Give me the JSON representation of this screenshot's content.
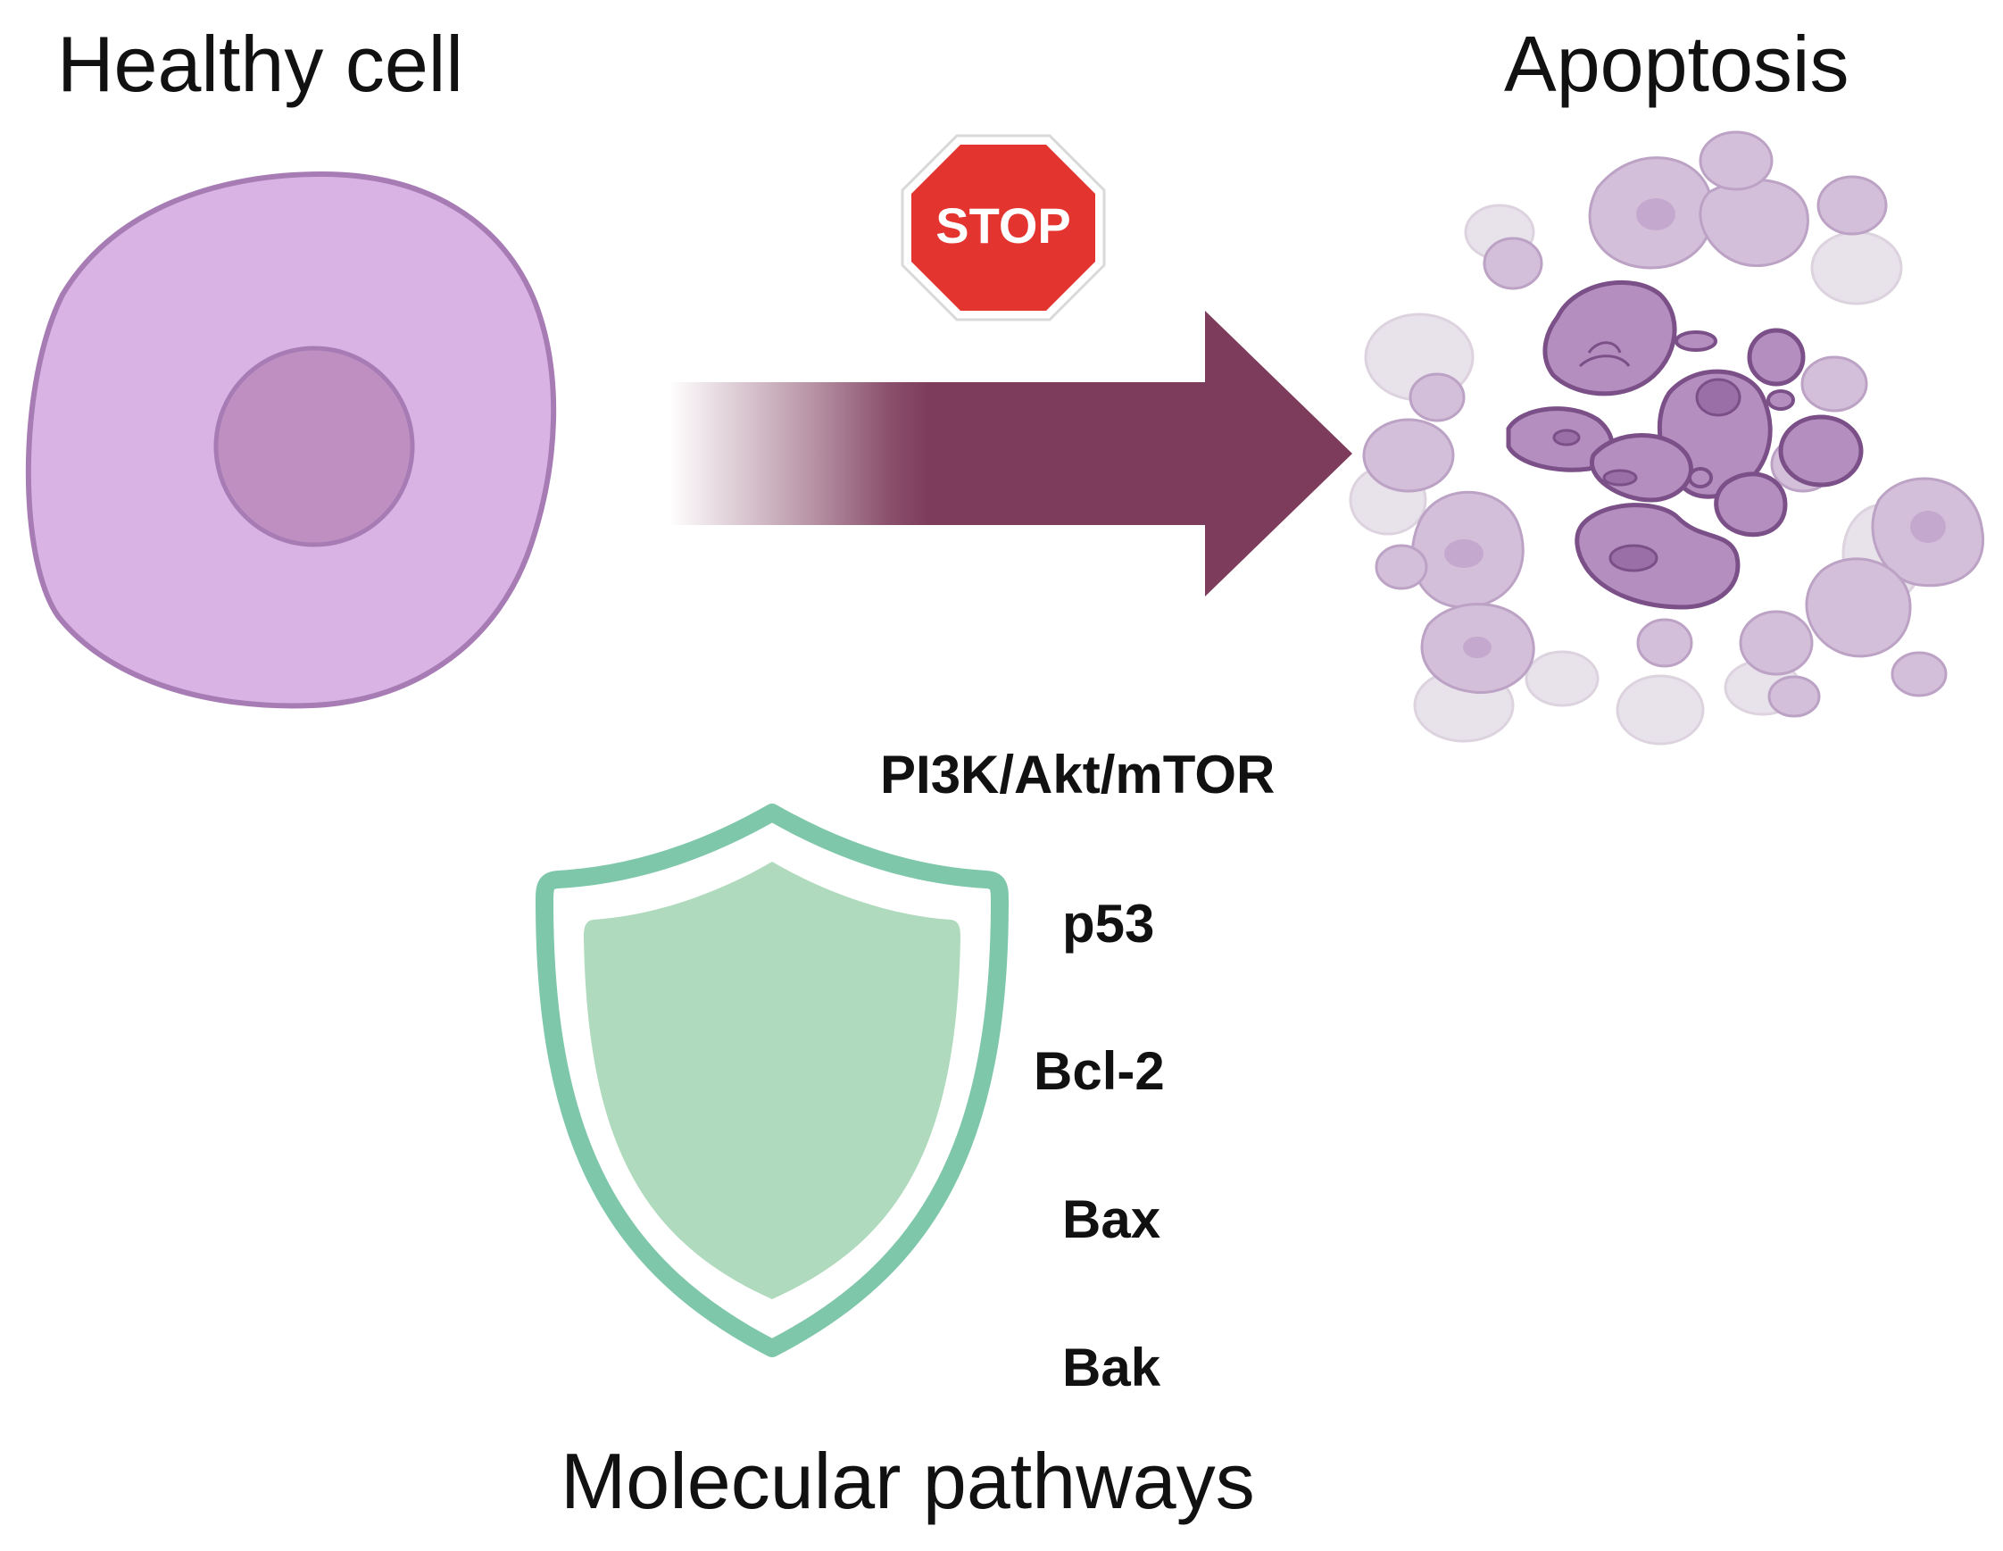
{
  "diagram": {
    "healthy_cell": {
      "title": "Healthy cell"
    },
    "apoptosis": {
      "title": "Apoptosis"
    },
    "stop_sign": {
      "text": "STOP"
    },
    "shield": {
      "title": "Molecular pathways",
      "pathways": [
        "PI3K/Akt/mTOR",
        "p53",
        "Bcl-2",
        "Bax",
        "Bak"
      ]
    }
  },
  "colors": {
    "cell_fill": "#d9b3e3",
    "cell_stroke": "#a77cb5",
    "nucleus_fill": "#bf8fc2",
    "arrow": "#7d3c5c",
    "stop_red": "#e3342f",
    "shield_outer": "#7ec7ab",
    "shield_inner": "#afdabd",
    "apoptotic_fill": "#b48ebf",
    "apoptotic_stroke": "#7b4f87"
  },
  "icons": {
    "cell": "healthy-cell-icon",
    "arrow": "progression-arrow-icon",
    "stop": "stop-sign-icon",
    "apoptosis": "apoptotic-cell-icon",
    "shield": "shield-icon"
  }
}
